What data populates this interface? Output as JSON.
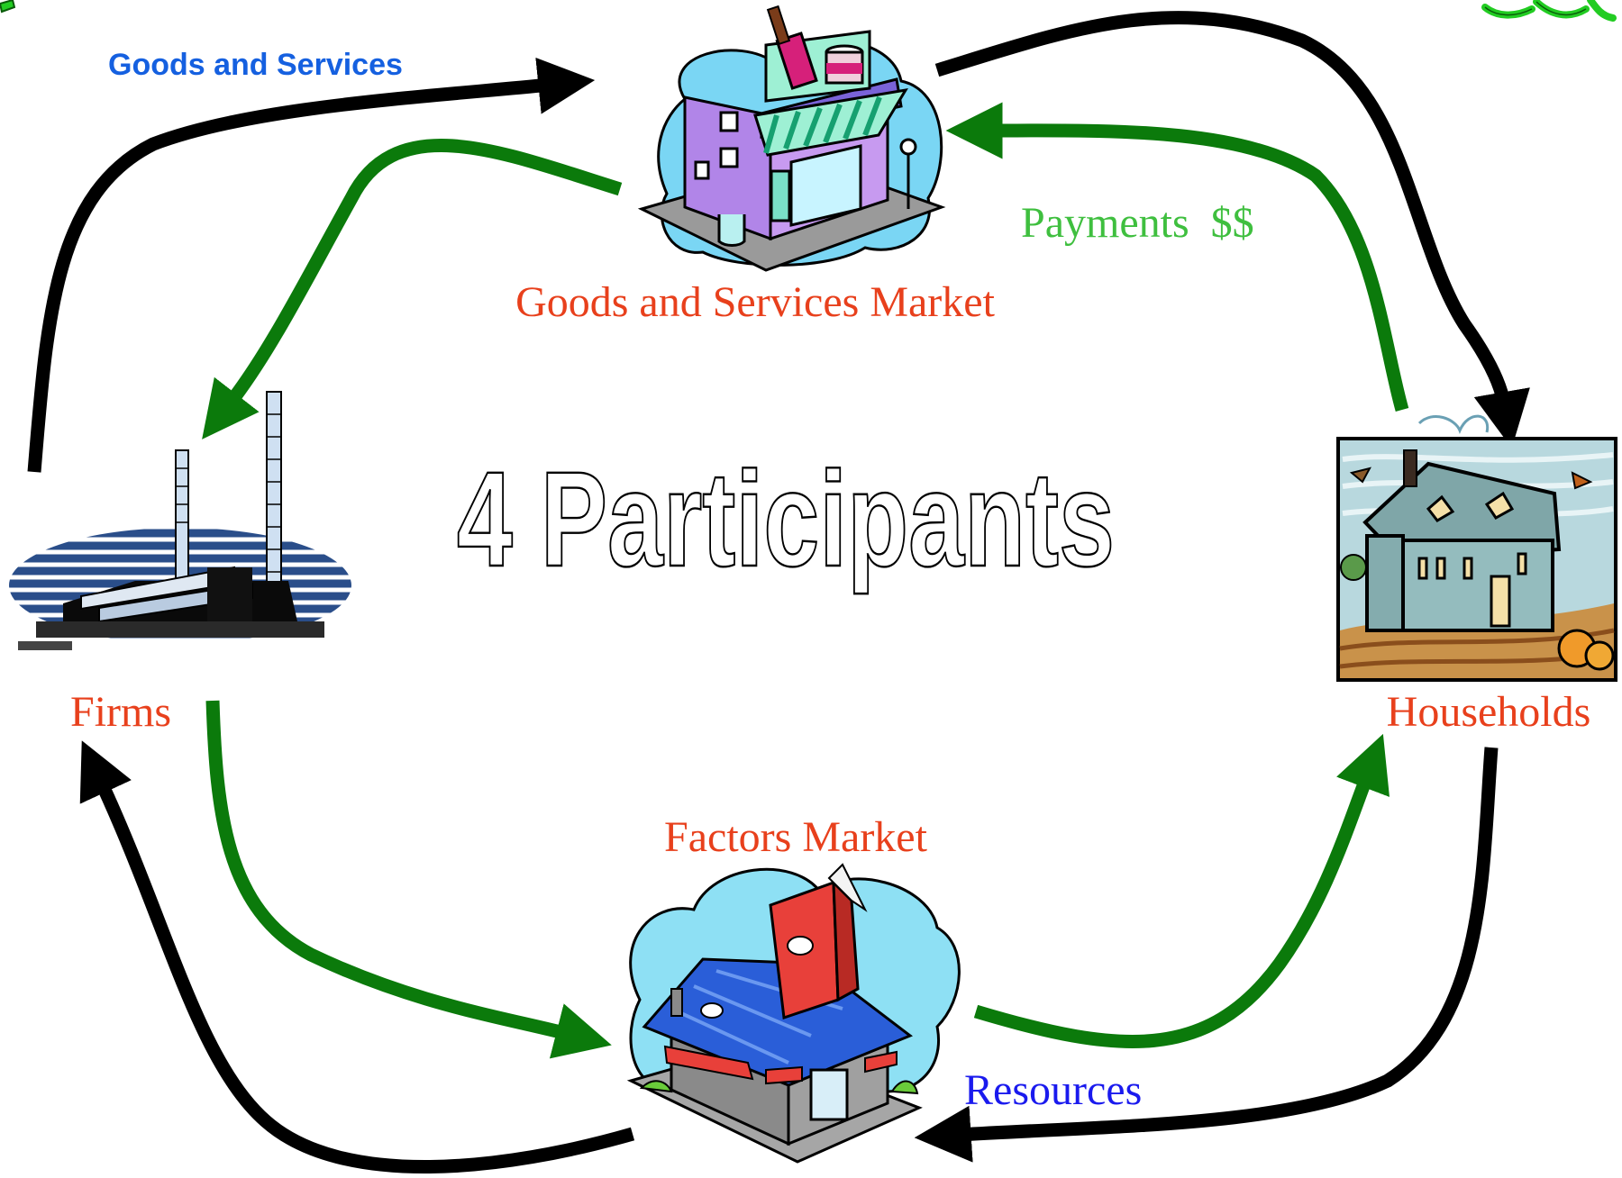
{
  "title": "4 Participants",
  "nodes": {
    "goods_market": "Goods and Services Market",
    "factors_market": "Factors Market",
    "firms": "Firms",
    "households": "Households"
  },
  "flows": {
    "goods_and_services": "Goods and Services",
    "payments": "Payments  $$",
    "resources": "Resources"
  },
  "colors": {
    "node_label": "#e8401c",
    "goods_flow_label": "#1560e0",
    "payments_label": "#3fbf3f",
    "resources_label": "#1a1aee",
    "real_flow_arrow": "#000000",
    "money_flow_arrow": "#0b7a0b",
    "corner_text": "#22cc22"
  },
  "icons": {
    "goods_market": "paint-store-icon",
    "factors_market": "bookstore-icon",
    "firms": "factory-icon",
    "households": "house-icon"
  }
}
